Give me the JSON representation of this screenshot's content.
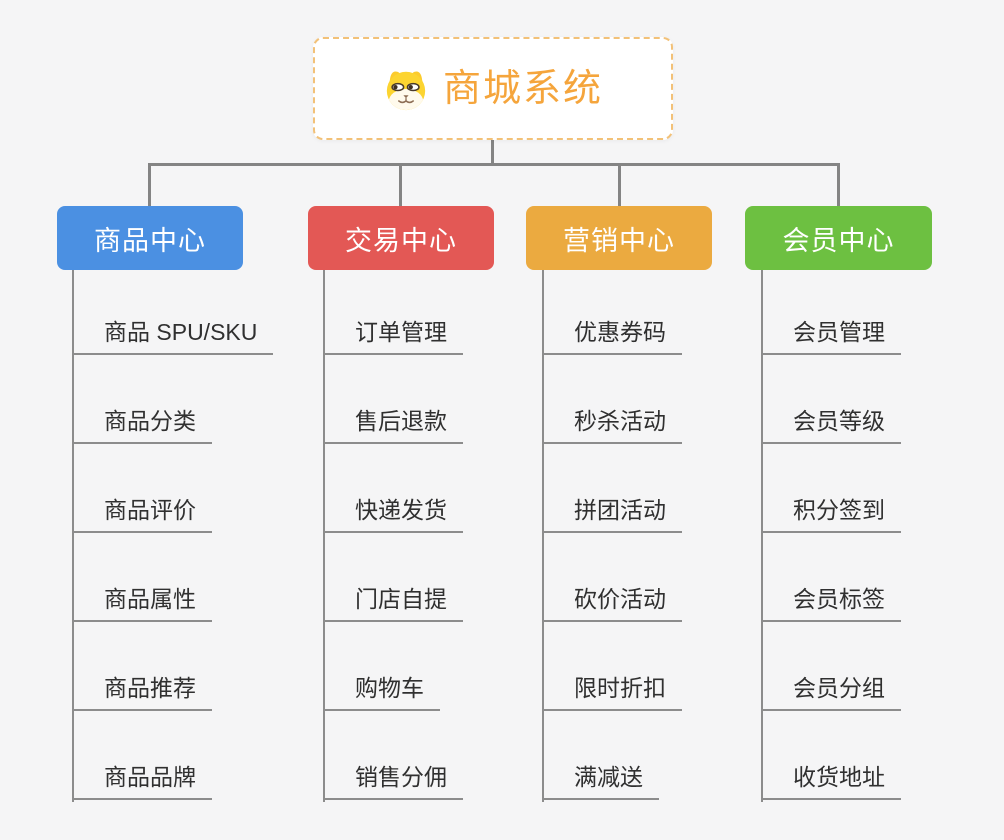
{
  "root": {
    "label": "商城系统",
    "icon": "dog-face-icon",
    "text_color": "#f5a53c",
    "border_color": "#f2c178"
  },
  "connector_color": "#848484",
  "branches": [
    {
      "label": "商品中心",
      "color": "#4b90e2",
      "items": [
        "商品 SPU/SKU",
        "商品分类",
        "商品评价",
        "商品属性",
        "商品推荐",
        "商品品牌"
      ]
    },
    {
      "label": "交易中心",
      "color": "#e35855",
      "items": [
        "订单管理",
        "售后退款",
        "快递发货",
        "门店自提",
        "购物车",
        "销售分佣"
      ]
    },
    {
      "label": "营销中心",
      "color": "#ebaa40",
      "items": [
        "优惠券码",
        "秒杀活动",
        "拼团活动",
        "砍价活动",
        "限时折扣",
        "满减送"
      ]
    },
    {
      "label": "会员中心",
      "color": "#6dc041",
      "items": [
        "会员管理",
        "会员等级",
        "积分签到",
        "会员标签",
        "会员分组",
        "收货地址"
      ]
    }
  ]
}
